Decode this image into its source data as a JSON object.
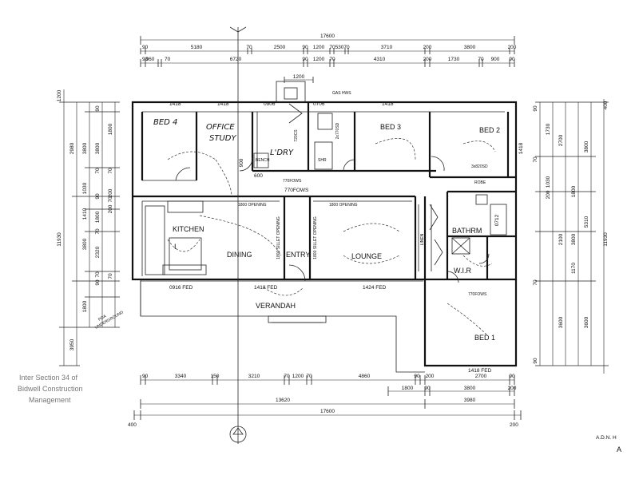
{
  "rooms": {
    "bed4": "BED 4",
    "office": "OFFICE",
    "study": "STUDY",
    "laundry": "L'DRY",
    "bed3": "BED 3",
    "bed2": "BED 2",
    "kitchen": "KITCHEN",
    "dining": "DINING",
    "entry": "ENTRY",
    "lounge": "LOUNGE",
    "linen": "LINEN",
    "bathroom": "BATHRM",
    "wir": "W.I.R",
    "verandah": "VERANDAH",
    "bed1": "BED 1"
  },
  "fixtures": {
    "gas_hws": "GAS HWS",
    "shr": "SHR",
    "bench": "BENCH",
    "robe": "ROBE",
    "robe_doors_3": "2x770SD",
    "robe_doors_2": "3x820SD",
    "door_770fows_a": "770FOWS",
    "door_770fows_b": "770FOWS",
    "door_720cs": "720CS",
    "opening_a": "1800 OPENING",
    "opening_b": "1800 OPENING",
    "opening_c": "1800 SILLET OPENING",
    "opening_d": "1800 SILLET OPENING",
    "fed_0916": "0916 FED",
    "fed_1418": "1418 FED",
    "fed_1424": "1424 FED",
    "fed_1418b": "1418 FED",
    "poa": "POA",
    "underground": "UNDERGROUND",
    "mark_i": "I"
  },
  "top_dims": {
    "overall": "17600",
    "row1": [
      "90",
      "5180",
      "70",
      "2500",
      "90",
      "1200",
      "70",
      "530",
      "70",
      "3710",
      "200",
      "3800",
      "200"
    ],
    "row2": [
      "90",
      "960",
      "70",
      "6720",
      "90",
      "1200",
      "70",
      "4310",
      "200",
      "1730",
      "70",
      "900",
      "90"
    ],
    "small": "1200",
    "window_marks": [
      "1418",
      "1418",
      "0906",
      "0706",
      "1418"
    ],
    "interior": [
      "600",
      "900",
      "770FOWS"
    ]
  },
  "bottom_dims": {
    "row1": [
      "90",
      "3340",
      "150",
      "3210",
      "70",
      "1200",
      "70",
      "4860",
      "90",
      "200",
      "2700",
      "90"
    ],
    "row2": [
      "1800",
      "90",
      "3800",
      "200"
    ],
    "row3": [
      "13620",
      "3980"
    ],
    "overall": "17600",
    "end_200": "200",
    "end_400": "400"
  },
  "left_dims": {
    "outer": [
      "1200",
      "2980",
      "11930",
      "3950"
    ],
    "col2": [
      "3800",
      "1030",
      "1410",
      "3800",
      "1800"
    ],
    "col3": [
      "90",
      "3800",
      "70",
      "90",
      "1800",
      "70",
      "2320",
      "70",
      "90"
    ],
    "col4": [
      "1800",
      "70",
      "70",
      "200",
      "200",
      "70"
    ]
  },
  "right_dims": {
    "outer": [
      "400",
      "11930"
    ],
    "col2": [
      "3800",
      "5310",
      "3800",
      "3600"
    ],
    "col3": [
      "1730",
      "2700",
      "1030",
      "1800",
      "2100",
      "1170",
      "3600"
    ],
    "col4": [
      "1418",
      "70",
      "90",
      "200",
      "70",
      "90"
    ],
    "win": [
      "0712"
    ]
  },
  "notes": {
    "line1": "Inter Section 34 of",
    "line2": "Bidwell Construction",
    "line3": "Management",
    "initials": "A.D.N. H",
    "letter": "A"
  }
}
